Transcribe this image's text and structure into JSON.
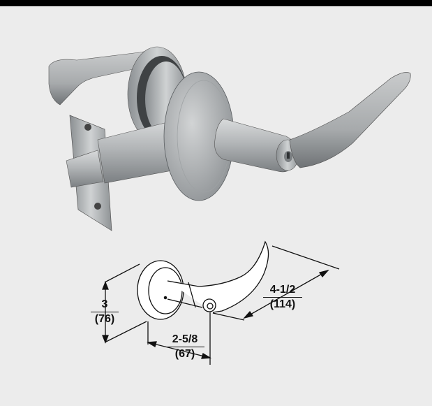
{
  "dimensions": {
    "height": {
      "imperial": "3",
      "metric": "(76)"
    },
    "depth": {
      "imperial": "2-5/8",
      "metric": "(67)"
    },
    "length": {
      "imperial": "4-1/2",
      "metric": "(114)"
    }
  },
  "colors": {
    "background": "#ececec",
    "top_bar": "#000000",
    "metal": "#a9acae",
    "line": "#111111"
  }
}
